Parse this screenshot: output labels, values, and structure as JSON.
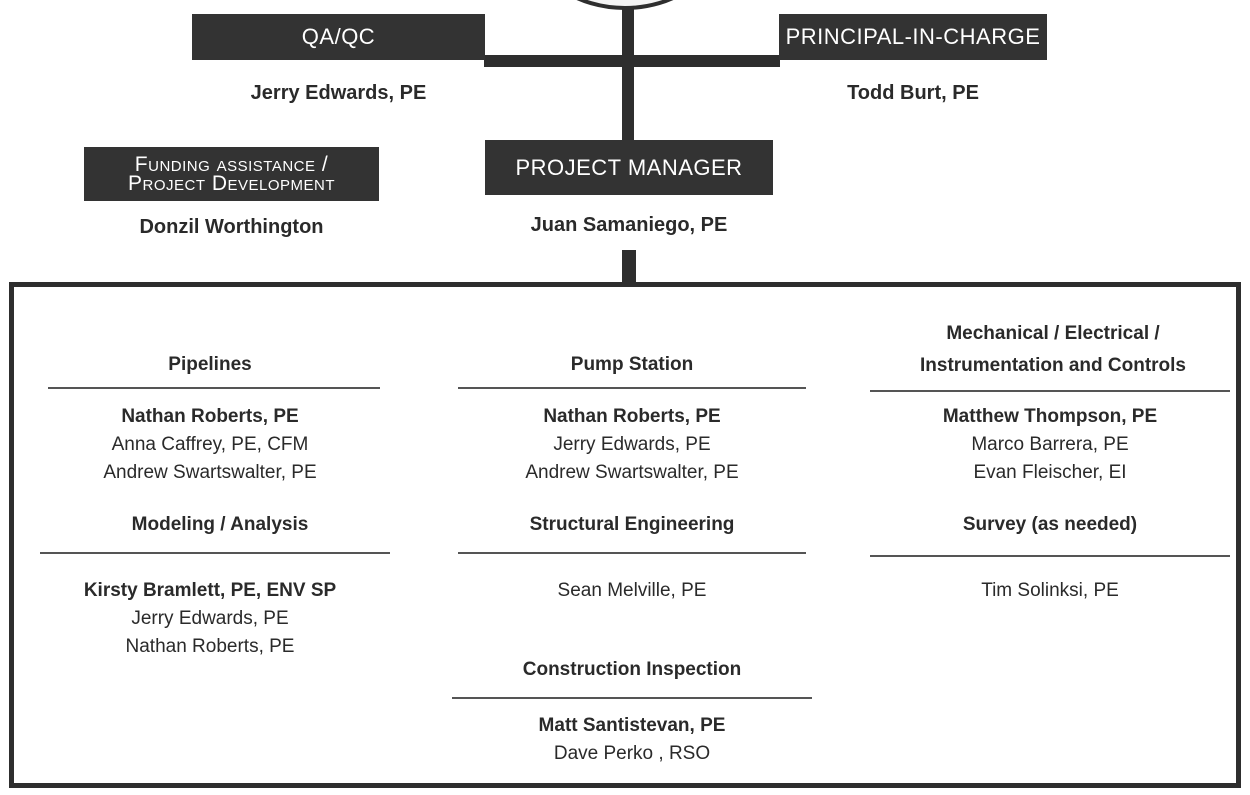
{
  "top_boxes": {
    "qa": {
      "label": "QA/QC",
      "name": "Jerry Edwards, PE"
    },
    "principal": {
      "label": "PRINCIPAL-IN-CHARGE",
      "name": "Todd Burt, PE"
    },
    "funding": {
      "label_line1": "Funding assistance /",
      "label_line2": "Project Development",
      "name": "Donzil Worthington"
    },
    "pm": {
      "label": "PROJECT MANAGER",
      "name": "Juan Samaniego, PE"
    }
  },
  "teams": {
    "pipelines": {
      "heading": "Pipelines",
      "members": [
        "Nathan Roberts, PE",
        "Anna Caffrey, PE, CFM",
        "Andrew Swartswalter, PE"
      ]
    },
    "modeling": {
      "heading": "Modeling / Analysis",
      "members": [
        "Kirsty Bramlett, PE, ENV SP",
        "Jerry Edwards, PE",
        "Nathan Roberts, PE"
      ]
    },
    "pump": {
      "heading": "Pump Station",
      "members": [
        "Nathan Roberts, PE",
        "Jerry Edwards, PE",
        "Andrew Swartswalter, PE"
      ]
    },
    "structural": {
      "heading": "Structural Engineering",
      "members": [
        "Sean Melville, PE"
      ]
    },
    "construction": {
      "heading": "Construction Inspection",
      "members": [
        "Matt Santistevan, PE",
        "Dave Perko , RSO"
      ]
    },
    "mech": {
      "heading_line1": "Mechanical / Electrical /",
      "heading_line2": "Instrumentation and Controls",
      "members": [
        "Matthew Thompson, PE",
        "Marco Barrera, PE",
        "Evan Fleischer, EI"
      ]
    },
    "survey": {
      "heading": "Survey (as needed)",
      "members": [
        "Tim Solinksi, PE"
      ]
    }
  }
}
